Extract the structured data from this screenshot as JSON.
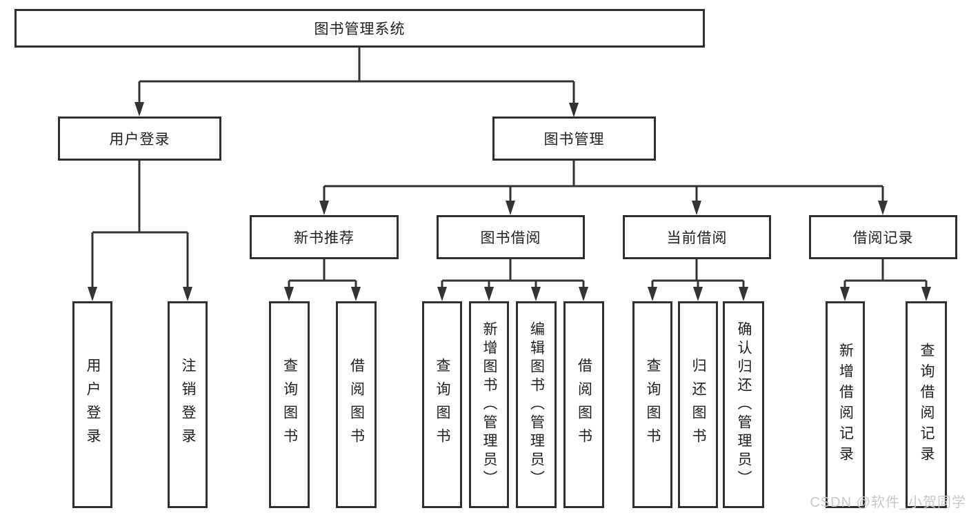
{
  "diagram": {
    "root": {
      "label": "图书管理系统"
    },
    "branches": [
      {
        "label": "用户登录",
        "leaves": [
          {
            "label": "用户登录"
          },
          {
            "label": "注销登录"
          }
        ]
      },
      {
        "label": "图书管理",
        "groups": [
          {
            "label": "新书推荐",
            "leaves": [
              {
                "label": "查询图书"
              },
              {
                "label": "借阅图书"
              }
            ]
          },
          {
            "label": "图书借阅",
            "leaves": [
              {
                "label": "查询图书"
              },
              {
                "label": "新增图书（管理员）"
              },
              {
                "label": "编辑图书（管理员）"
              },
              {
                "label": "借阅图书"
              }
            ]
          },
          {
            "label": "当前借阅",
            "leaves": [
              {
                "label": "查询图书"
              },
              {
                "label": "归还图书"
              },
              {
                "label": "确认归还（管理员）"
              }
            ]
          },
          {
            "label": "借阅记录",
            "leaves": [
              {
                "label": "新增借阅记录"
              },
              {
                "label": "查询借阅记录"
              }
            ]
          }
        ]
      }
    ]
  },
  "watermark": {
    "text": "CSDN @软件_小贺同学"
  },
  "colors": {
    "line": "#333333",
    "box_border": "#2e2e2e",
    "box_fill": "#ffffff",
    "text": "#1f1f1f",
    "watermark": "#c9c9c9",
    "background": "#ffffff"
  }
}
